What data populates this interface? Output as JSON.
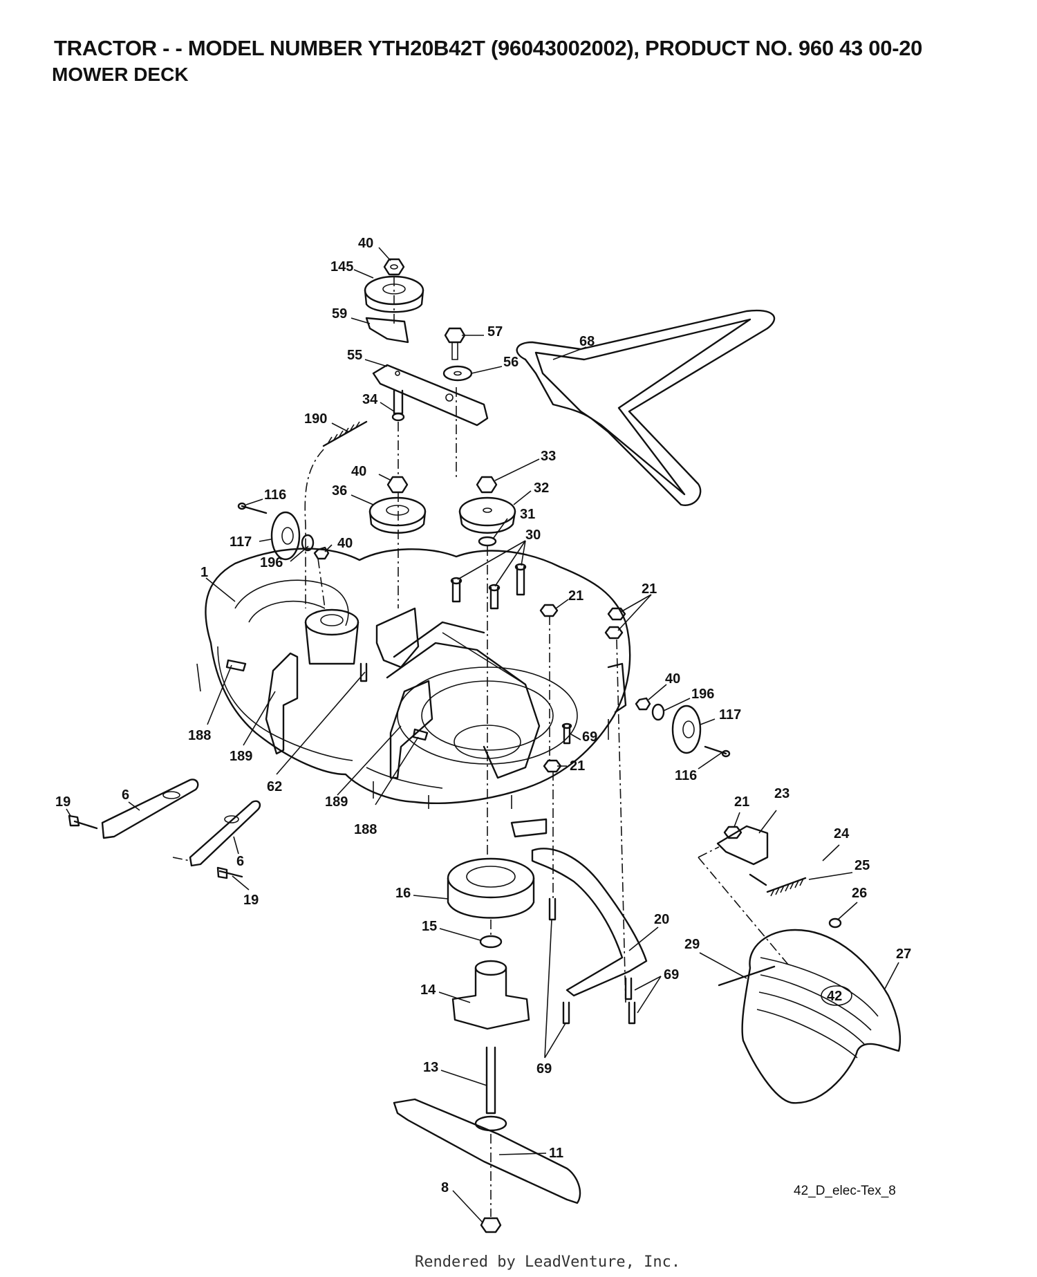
{
  "header": {
    "title": "TRACTOR - - MODEL NUMBER YTH20B42T (96043002002), PRODUCT NO. 960 43 00-20",
    "subtitle": "MOWER DECK"
  },
  "diagram": {
    "labels": [
      {
        "id": "40-top",
        "text": "40"
      },
      {
        "id": "145",
        "text": "145"
      },
      {
        "id": "59",
        "text": "59"
      },
      {
        "id": "57",
        "text": "57"
      },
      {
        "id": "55",
        "text": "55"
      },
      {
        "id": "56",
        "text": "56"
      },
      {
        "id": "68",
        "text": "68"
      },
      {
        "id": "34",
        "text": "34"
      },
      {
        "id": "190",
        "text": "190"
      },
      {
        "id": "40-mid",
        "text": "40"
      },
      {
        "id": "33",
        "text": "33"
      },
      {
        "id": "36",
        "text": "36"
      },
      {
        "id": "32",
        "text": "32"
      },
      {
        "id": "116-left",
        "text": "116"
      },
      {
        "id": "31",
        "text": "31"
      },
      {
        "id": "117-left",
        "text": "117"
      },
      {
        "id": "40-left",
        "text": "40"
      },
      {
        "id": "30",
        "text": "30"
      },
      {
        "id": "196-left",
        "text": "196"
      },
      {
        "id": "1",
        "text": "1"
      },
      {
        "id": "21-a",
        "text": "21"
      },
      {
        "id": "21-b",
        "text": "21"
      },
      {
        "id": "40-right",
        "text": "40"
      },
      {
        "id": "196-right",
        "text": "196"
      },
      {
        "id": "117-right",
        "text": "117"
      },
      {
        "id": "188-left",
        "text": "188"
      },
      {
        "id": "69-a",
        "text": "69"
      },
      {
        "id": "189-left",
        "text": "189"
      },
      {
        "id": "21-c",
        "text": "21"
      },
      {
        "id": "116-right",
        "text": "116"
      },
      {
        "id": "62",
        "text": "62"
      },
      {
        "id": "189-right",
        "text": "189"
      },
      {
        "id": "21-d",
        "text": "21"
      },
      {
        "id": "23",
        "text": "23"
      },
      {
        "id": "19-left",
        "text": "19"
      },
      {
        "id": "6-top",
        "text": "6"
      },
      {
        "id": "188-right",
        "text": "188"
      },
      {
        "id": "24",
        "text": "24"
      },
      {
        "id": "6-bottom",
        "text": "6"
      },
      {
        "id": "25",
        "text": "25"
      },
      {
        "id": "19-bottom",
        "text": "19"
      },
      {
        "id": "16",
        "text": "16"
      },
      {
        "id": "26",
        "text": "26"
      },
      {
        "id": "15",
        "text": "15"
      },
      {
        "id": "20",
        "text": "20"
      },
      {
        "id": "29",
        "text": "29"
      },
      {
        "id": "27",
        "text": "27"
      },
      {
        "id": "14",
        "text": "14"
      },
      {
        "id": "69-b",
        "text": "69"
      },
      {
        "id": "69-c",
        "text": "69"
      },
      {
        "id": "13",
        "text": "13"
      },
      {
        "id": "11",
        "text": "11"
      },
      {
        "id": "8",
        "text": "8"
      }
    ],
    "deflector_marking": "42",
    "drawing_code": "42_D_elec-Tex_8"
  },
  "footer": {
    "text": "Rendered by LeadVenture, Inc."
  }
}
